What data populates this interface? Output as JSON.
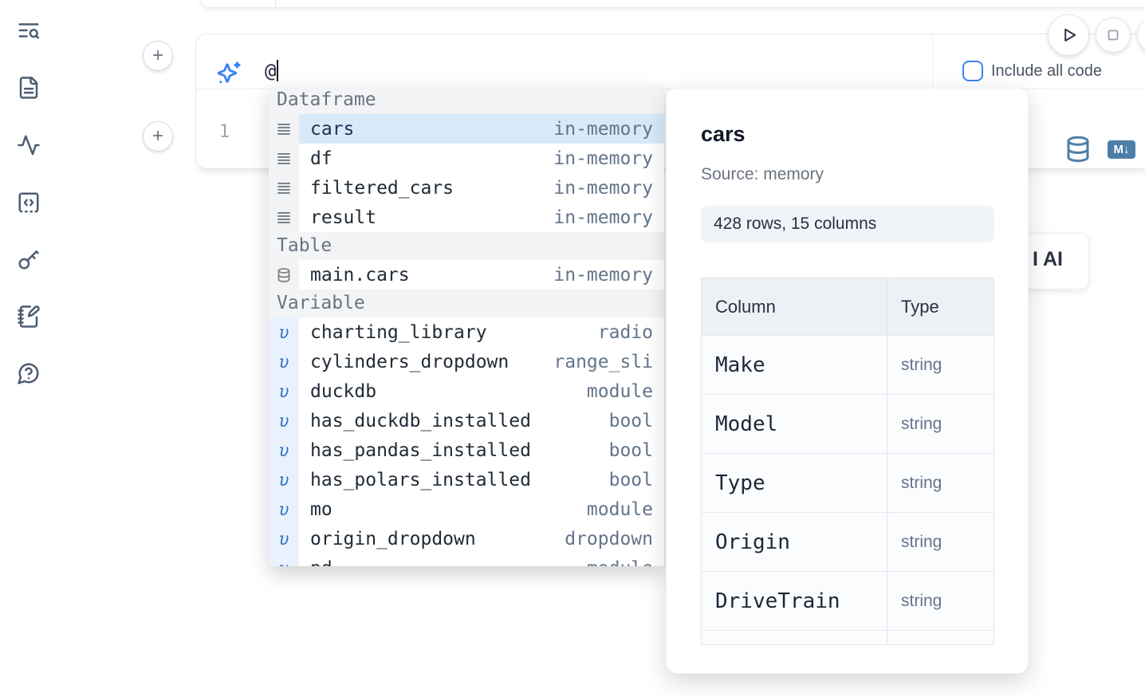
{
  "sidebar": {
    "icons": [
      "text-search",
      "file-text",
      "activity",
      "code-snippet",
      "key",
      "notebook-pen",
      "help-chat"
    ]
  },
  "cell": {
    "prompt_value": "@",
    "include_all_code_label": "Include all code",
    "line_number": "1",
    "markdown_badge": "M↓"
  },
  "ai_button": {
    "visible_fragment": "I AI"
  },
  "autocomplete": {
    "variable_icon_glyph": "υ",
    "sections": [
      {
        "label": "Dataframe",
        "items": [
          {
            "name": "cars",
            "meta": "in-memory"
          },
          {
            "name": "df",
            "meta": "in-memory"
          },
          {
            "name": "filtered_cars",
            "meta": "in-memory"
          },
          {
            "name": "result",
            "meta": "in-memory"
          }
        ]
      },
      {
        "label": "Table",
        "items": [
          {
            "name": "main.cars",
            "meta": "in-memory"
          }
        ]
      },
      {
        "label": "Variable",
        "items": [
          {
            "name": "charting_library",
            "meta": "radio"
          },
          {
            "name": "cylinders_dropdown",
            "meta": "range_sli"
          },
          {
            "name": "duckdb",
            "meta": "module"
          },
          {
            "name": "has_duckdb_installed",
            "meta": "bool"
          },
          {
            "name": "has_pandas_installed",
            "meta": "bool"
          },
          {
            "name": "has_polars_installed",
            "meta": "bool"
          },
          {
            "name": "mo",
            "meta": "module"
          },
          {
            "name": "origin_dropdown",
            "meta": "dropdown"
          },
          {
            "name": "pd",
            "meta": "module"
          }
        ]
      }
    ]
  },
  "preview_panel": {
    "title": "cars",
    "source": "Source: memory",
    "shape": "428 rows, 15 columns",
    "table": {
      "col_header": "Column",
      "type_header": "Type",
      "rows": [
        {
          "column": "Make",
          "type": "string"
        },
        {
          "column": "Model",
          "type": "string"
        },
        {
          "column": "Type",
          "type": "string"
        },
        {
          "column": "Origin",
          "type": "string"
        },
        {
          "column": "DriveTrain",
          "type": "string"
        }
      ]
    }
  },
  "colors": {
    "accent_blue": "#3b82f6",
    "steel_blue": "#4d7ea8",
    "selected_row": "#d8eaf8",
    "icon_slate": "#4c5c72"
  }
}
